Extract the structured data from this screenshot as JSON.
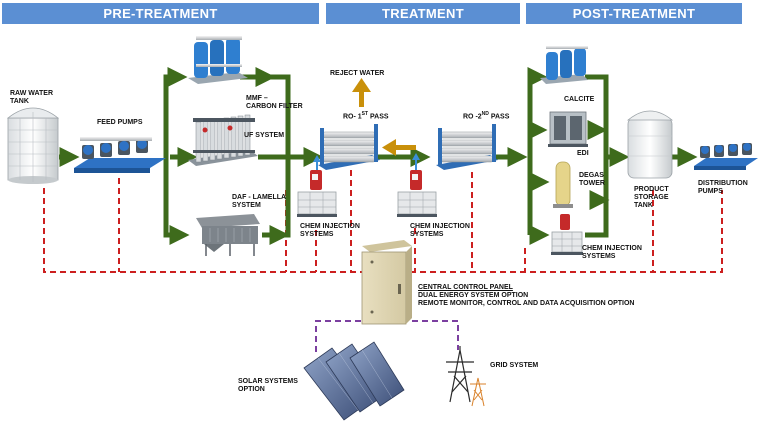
{
  "headers": {
    "pre": "PRE-TREATMENT",
    "treatment": "TREATMENT",
    "post": "POST-TREATMENT"
  },
  "labels": {
    "raw_water_tank": [
      "RAW WATER",
      "TANK"
    ],
    "feed_pumps": "FEED PUMPS",
    "mmf": [
      "MMF –",
      "CARBON FILTER"
    ],
    "uf": "UF SYSTEM",
    "daf": [
      "DAF - LAMELLA",
      "SYSTEM"
    ],
    "chem1": [
      "CHEM INJECTION",
      "SYSTEMS"
    ],
    "reject": "REJECT WATER",
    "ro1": {
      "main": "RO- 1",
      "sup": "ST",
      "tail": " PASS"
    },
    "ro2": {
      "main": "RO -2",
      "sup": "ND",
      "tail": " PASS"
    },
    "chem2": [
      "CHEM INJECTION",
      "SYSTEMS"
    ],
    "calcite": "CALCITE",
    "edi": "EDI",
    "degas": [
      "DEGAS",
      "TOWER"
    ],
    "chem3": [
      "CHEM INJECTION",
      "SYSTEMS"
    ],
    "product_tank": [
      "PRODUCT",
      "STORAGE",
      "TANK"
    ],
    "distribution": [
      "DISTRIBUTION",
      "PUMPS"
    ],
    "control_panel": [
      "CENTRAL CONTROL PANEL",
      "DUAL ENERGY SYSTEM OPTION",
      "REMOTE MONITOR, CONTROL AND DATA ACQUISITION OPTION"
    ],
    "solar": [
      "SOLAR SYSTEMS",
      "OPTION"
    ],
    "grid": "GRID SYSTEM"
  },
  "colors": {
    "header": "#5b8fd3",
    "flow_arrow": "#3e6b1c",
    "reject_arrow": "#c9900a",
    "control_dash": "#cc1f1f",
    "energy_dash": "#7b3fa0",
    "equipment_blue": "#1f6fc0"
  }
}
